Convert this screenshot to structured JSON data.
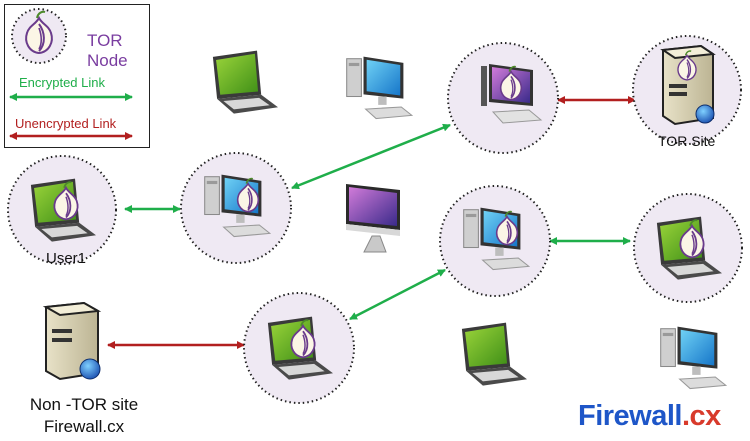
{
  "legend": {
    "tor_node_label": "TOR Node",
    "encrypted_label": "Encrypted Link",
    "unencrypted_label": "Unencrypted Link"
  },
  "labels": {
    "user1": "User1",
    "tor_site": "TOR Site",
    "non_tor_line1": "Non -TOR site",
    "non_tor_line2": "Firewall.cx"
  },
  "branding": {
    "name": "Firewall",
    "suffix": ".cx"
  },
  "colors": {
    "encrypted": "#1fae4a",
    "unencrypted": "#b21f1f",
    "tor_purple": "#7a3da0",
    "node_fill": "#efe9f3",
    "brand_blue": "#1e56c8",
    "brand_red": "#d83a2b"
  }
}
